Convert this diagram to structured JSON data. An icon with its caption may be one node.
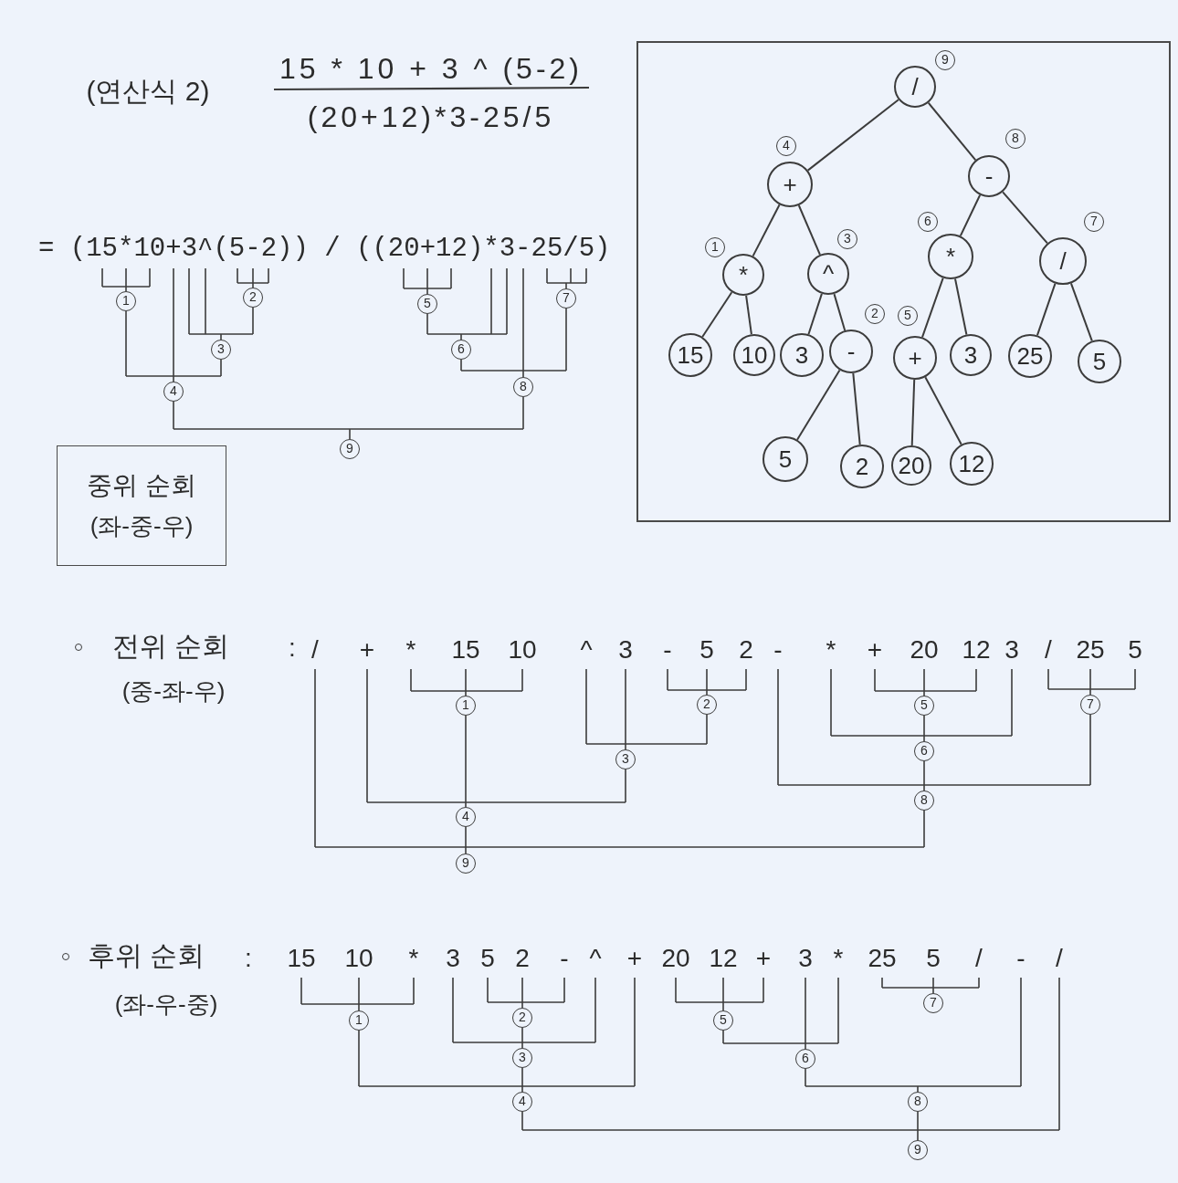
{
  "diagram": {
    "nodes": [
      {
        "text": [],
        "shape": "box"
      },
      {
        "text": [
          "/"
        ],
        "in": 0,
        "beside": [
          "9"
        ]
      },
      {
        "text": [
          "+"
        ],
        "in": 0,
        "beside": [
          "4"
        ]
      },
      {
        "text": [
          "-"
        ],
        "in": 0,
        "beside": [
          "8"
        ]
      },
      {
        "text": [
          "*"
        ],
        "in": 0,
        "beside": [
          "1"
        ]
      },
      {
        "text": [
          "^"
        ],
        "in": 0,
        "beside": [
          "3"
        ]
      },
      {
        "text": [
          "*"
        ],
        "in": 0,
        "beside": [
          "6"
        ]
      },
      {
        "text": [
          "/"
        ],
        "in": 0,
        "beside": [
          "7"
        ]
      },
      {
        "text": [
          "15"
        ],
        "in": 0
      },
      {
        "text": [
          "10"
        ],
        "in": 0
      },
      {
        "text": [
          "3"
        ],
        "in": 0
      },
      {
        "text": [
          "-"
        ],
        "in": 0,
        "beside": [
          "2"
        ]
      },
      {
        "text": [
          "+"
        ],
        "in": 0,
        "beside": [
          "5"
        ]
      },
      {
        "text": [
          "3"
        ],
        "in": 0
      },
      {
        "text": [
          "25"
        ],
        "in": 0
      },
      {
        "text": [
          "5"
        ],
        "in": 0
      },
      {
        "text": [
          "5"
        ],
        "in": 0
      },
      {
        "text": [
          "2"
        ],
        "in": 0
      },
      {
        "text": [
          "20"
        ],
        "in": 0
      },
      {
        "text": [
          "12"
        ],
        "in": 0
      },
      {
        "text": [
          "중위 순회",
          "(좌-중-우)"
        ]
      }
    ],
    "edges": [
      {
        "from": 1,
        "to": 2,
        "arrow": "none"
      },
      {
        "from": 1,
        "to": 3,
        "arrow": "none"
      },
      {
        "from": 2,
        "to": 4,
        "arrow": "none"
      },
      {
        "from": 2,
        "to": 5,
        "arrow": "none"
      },
      {
        "from": 3,
        "to": 6,
        "arrow": "none"
      },
      {
        "from": 3,
        "to": 7,
        "arrow": "none"
      },
      {
        "from": 4,
        "to": 8,
        "arrow": "none"
      },
      {
        "from": 4,
        "to": 9,
        "arrow": "none"
      },
      {
        "from": 5,
        "to": 10,
        "arrow": "none"
      },
      {
        "from": 5,
        "to": 11,
        "arrow": "none"
      },
      {
        "from": 6,
        "to": 12,
        "arrow": "none"
      },
      {
        "from": 6,
        "to": 13,
        "arrow": "none"
      },
      {
        "from": 7,
        "to": 14,
        "arrow": "none"
      },
      {
        "from": 7,
        "to": 15,
        "arrow": "none"
      },
      {
        "from": 11,
        "to": 16,
        "arrow": "none"
      },
      {
        "from": 11,
        "to": 17,
        "arrow": "none"
      },
      {
        "from": 12,
        "to": 18,
        "arrow": "none"
      },
      {
        "from": 12,
        "to": 19,
        "arrow": "none"
      }
    ],
    "labels": [
      "(연산식 2)",
      "15 * 10 + 3 ^ (5-2)",
      "(20+12)*3-25/5",
      "= (15*10+3^(5-2)) / ((20+12)*3-25/5)",
      "1",
      "2",
      "5",
      "7",
      "3",
      "6",
      "4",
      "8",
      "9",
      "전위 순회",
      ":",
      "/",
      "+",
      "*",
      "15",
      "10",
      "^",
      "3",
      "-",
      "5",
      "2",
      "-",
      "*",
      "+",
      "20",
      "12",
      "3",
      "/",
      "25",
      "5",
      "(중-좌-우)",
      "1",
      "2",
      "5",
      "7",
      "6",
      "3",
      "8",
      "4",
      "9",
      "후위 순회",
      ":",
      "15",
      "10",
      "*",
      "3",
      "5",
      "2",
      "-",
      "^",
      "+",
      "20",
      "12",
      "+",
      "3",
      "*",
      "25",
      "5",
      "/",
      "-",
      "/",
      "(좌-우-중)",
      "1",
      "2",
      "5",
      "7",
      "3",
      "6",
      "4",
      "8",
      "9"
    ]
  }
}
